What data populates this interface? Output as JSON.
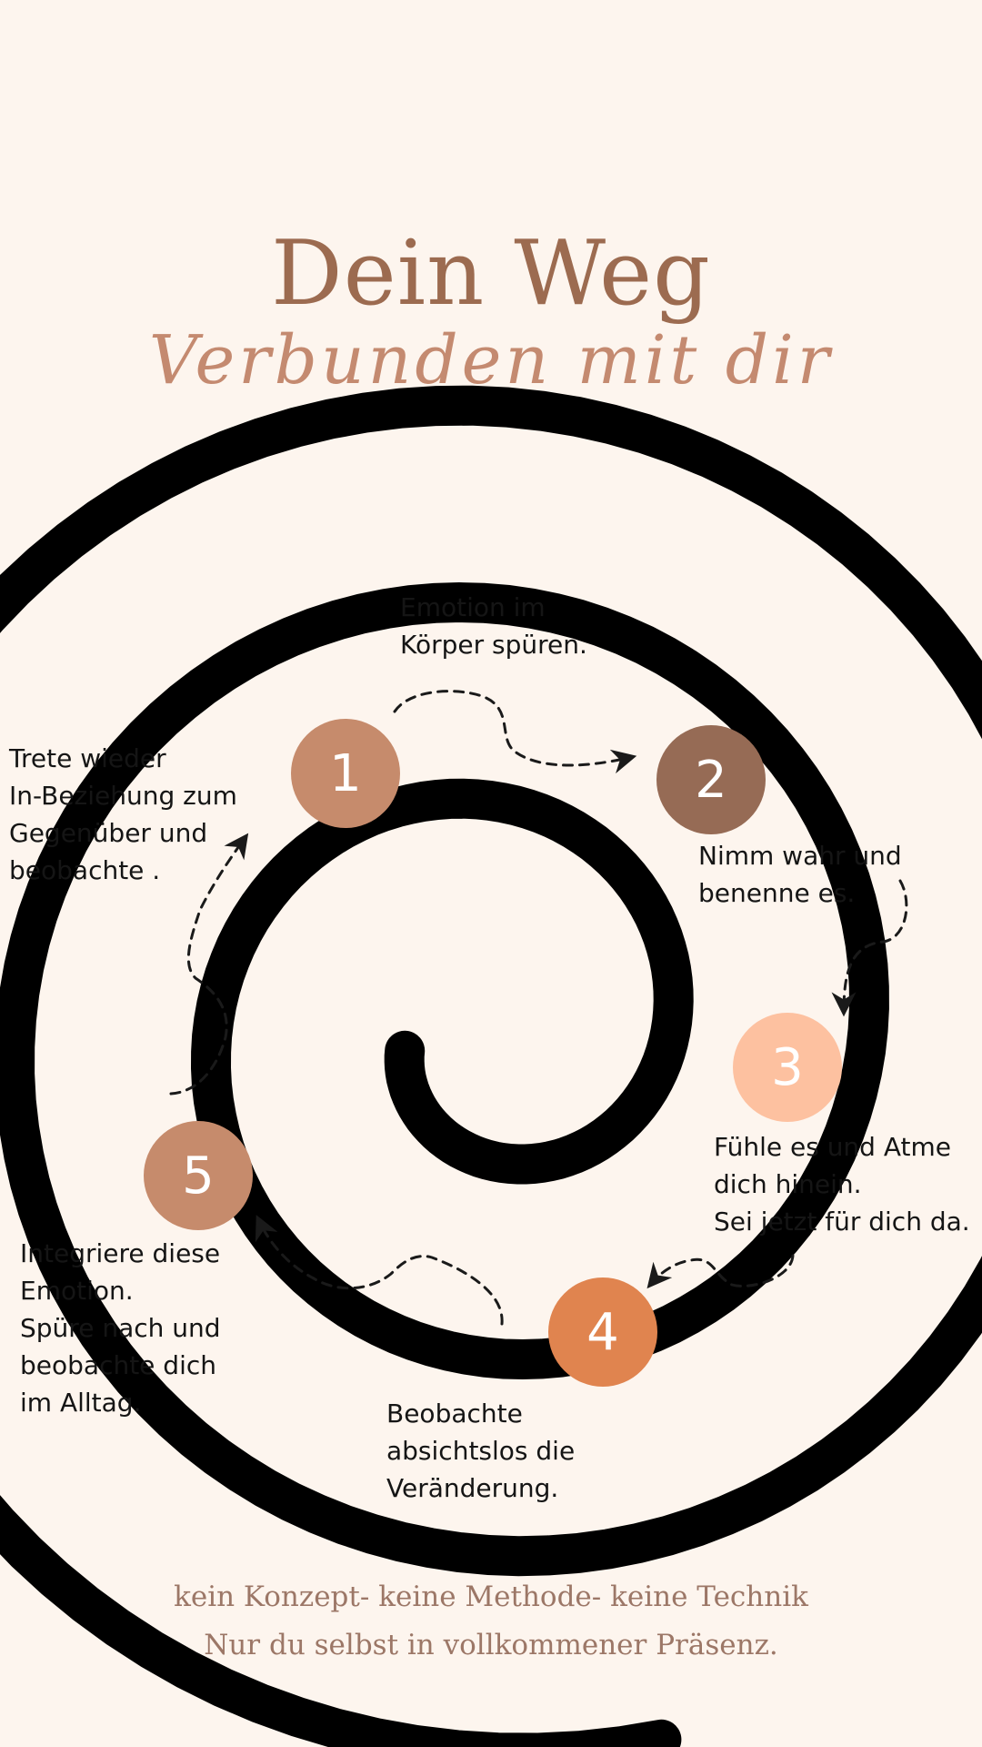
{
  "header": {
    "title": "Dein Weg",
    "subtitle": "Verbunden mit dir"
  },
  "steps": [
    {
      "number": "1",
      "text": "Emotion im\nKörper spüren.",
      "color": "#c68b6c"
    },
    {
      "number": "2",
      "text": "Nimm wahr und\nbenenne es.",
      "color": "#966b55"
    },
    {
      "number": "3",
      "text": "Fühle es und Atme\ndich hinein.\nSei jetzt für dich da.",
      "color": "#fdc1a0"
    },
    {
      "number": "4",
      "text": "Beobachte\nabsichtslos die\nVeränderung.",
      "color": "#e0844f"
    },
    {
      "number": "5",
      "text": "Integriere diese\nEmotion.\nSpüre nach und\nbeobachte dich\nim Alltag.",
      "color": "#c68b6c"
    }
  ],
  "closing_step": {
    "text": "Trete wieder\nIn-Beziehung zum\nGegenüber und\nbeobachte ."
  },
  "footer": {
    "line1": "kein Konzept- keine Methode- keine Technik",
    "line2": "Nur du selbst in vollkommener Präsenz."
  },
  "icons": {
    "center": "spiral-icon",
    "connectors": "dashed-arrow-icon"
  },
  "colors": {
    "background": "#fdf5ee",
    "title": "#9c6b50",
    "subtitle": "#c48a70",
    "footer": "#9c7767",
    "text": "#151515"
  }
}
